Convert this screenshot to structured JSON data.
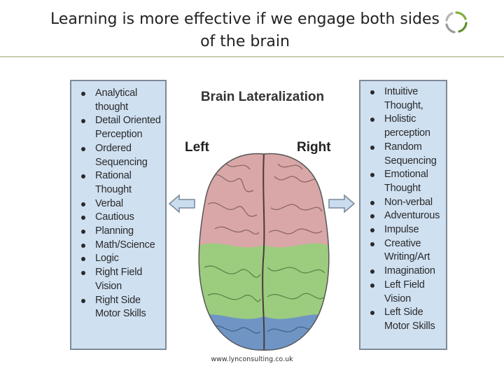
{
  "slide": {
    "title_line1": "Learning is more effective if we engage both sides",
    "title_line2": "of the brain",
    "footer": "www.lynconsulting.co.uk"
  },
  "figure": {
    "title": "Brain Lateralization",
    "left_label": "Left",
    "right_label": "Right"
  },
  "left_panel": {
    "items": [
      [
        "Analytical",
        "thought"
      ],
      [
        "Detail Oriented",
        "Perception"
      ],
      [
        "Ordered",
        "Sequencing"
      ],
      [
        "Rational",
        "Thought"
      ],
      [
        "Verbal"
      ],
      [
        "Cautious"
      ],
      [
        "Planning"
      ],
      [
        "Math/Science"
      ],
      [
        "Logic"
      ],
      [
        "Right Field",
        "Vision"
      ],
      [
        "Right Side",
        "Motor Skills"
      ]
    ]
  },
  "right_panel": {
    "items": [
      [
        "Intuitive",
        "Thought,"
      ],
      [
        "Holistic",
        "perception"
      ],
      [
        "Random",
        "Sequencing"
      ],
      [
        "Emotional",
        "Thought"
      ],
      [
        "Non-verbal"
      ],
      [
        "Adventurous"
      ],
      [
        "Impulse"
      ],
      [
        "Creative",
        "Writing/Art"
      ],
      [
        "Imagination"
      ],
      [
        "Left Field",
        "Vision"
      ],
      [
        "Left Side",
        "Motor Skills"
      ]
    ]
  },
  "colors": {
    "panel_bg": "#cfe0f1",
    "brain_frontal": "#d9a7a8",
    "brain_middle": "#9ccc7e",
    "brain_rear": "#6f95c4",
    "arrow_fill": "#c9dcf0"
  },
  "icons": {
    "logo": "circular-arrows-icon",
    "left_arrow": "arrow-left-icon",
    "right_arrow": "arrow-right-icon"
  }
}
